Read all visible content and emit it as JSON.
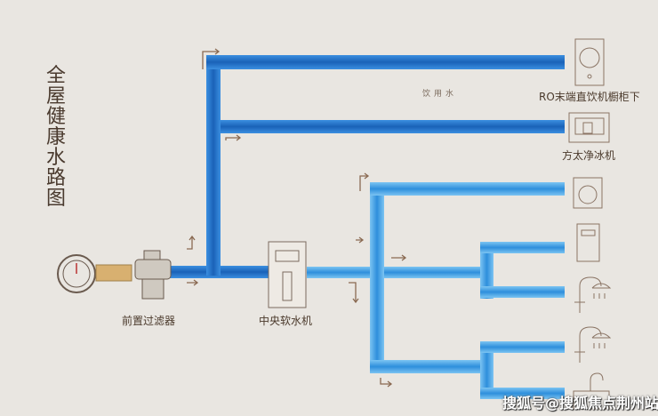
{
  "title": "全屋健康水路图",
  "labels": {
    "pre_filter": "前置过滤器",
    "softener": "中央软水机",
    "drinking_water": "饮用水",
    "ro_purifier": "RO末端直饮机橱柜下",
    "ice_maker": "方太净冰机"
  },
  "watermark": "搜狐号@搜狐焦点荆州站",
  "colors": {
    "dark_pipe": "#1e6dc2",
    "light_pipe": "#4aa6e6",
    "icon": "#8a7464",
    "background": "#e9e6e1"
  }
}
